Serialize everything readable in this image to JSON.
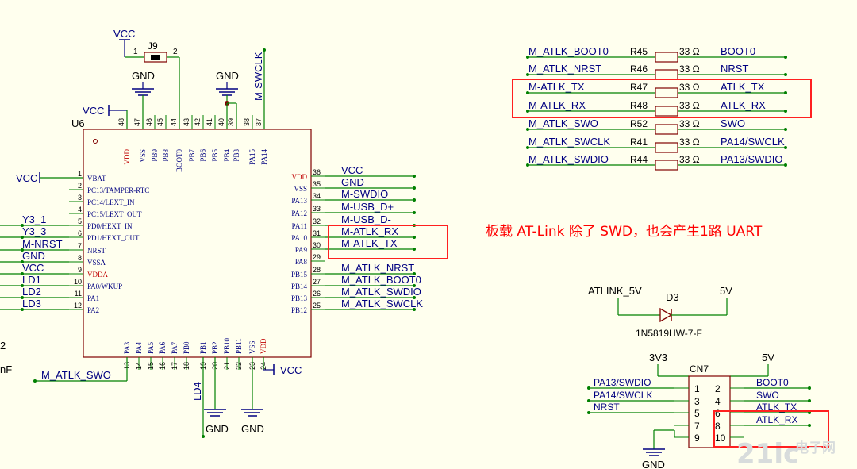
{
  "u6": {
    "ref": "U6",
    "top_pins": [
      {
        "num": "48",
        "name": "VDD",
        "red": true
      },
      {
        "num": "47",
        "name": "VSS"
      },
      {
        "num": "46",
        "name": "PB9"
      },
      {
        "num": "45",
        "name": "PB8"
      },
      {
        "num": "44",
        "name": "BOOT0"
      },
      {
        "num": "43",
        "name": "PB7"
      },
      {
        "num": "42",
        "name": "PB6"
      },
      {
        "num": "41",
        "name": "PB5"
      },
      {
        "num": "40",
        "name": "PB4"
      },
      {
        "num": "39",
        "name": "PB3"
      },
      {
        "num": "38",
        "name": "PA15"
      },
      {
        "num": "37",
        "name": "PA14"
      }
    ],
    "left_pins": [
      {
        "num": "1",
        "name": "VBAT"
      },
      {
        "num": "2",
        "name": "PC13/TAMPER-RTC"
      },
      {
        "num": "3",
        "name": "PC14/LEXT_IN"
      },
      {
        "num": "4",
        "name": "PC15/LEXT_OUT"
      },
      {
        "num": "5",
        "name": "PD0/HEXT_IN"
      },
      {
        "num": "6",
        "name": "PD1/HEXT_OUT"
      },
      {
        "num": "7",
        "name": "NRST"
      },
      {
        "num": "8",
        "name": "VSSA"
      },
      {
        "num": "9",
        "name": "VDDA",
        "red": true
      },
      {
        "num": "10",
        "name": "PA0/WKUP"
      },
      {
        "num": "11",
        "name": "PA1"
      },
      {
        "num": "12",
        "name": "PA2"
      }
    ],
    "right_pins": [
      {
        "num": "36",
        "name": "VDD",
        "red": true
      },
      {
        "num": "35",
        "name": "VSS"
      },
      {
        "num": "34",
        "name": "PA13"
      },
      {
        "num": "33",
        "name": "PA12"
      },
      {
        "num": "32",
        "name": "PA11"
      },
      {
        "num": "31",
        "name": "PA10"
      },
      {
        "num": "30",
        "name": "PA9"
      },
      {
        "num": "29",
        "name": "PA8"
      },
      {
        "num": "28",
        "name": "PB15"
      },
      {
        "num": "27",
        "name": "PB14"
      },
      {
        "num": "26",
        "name": "PB13"
      },
      {
        "num": "25",
        "name": "PB12"
      }
    ],
    "bottom_pins": [
      {
        "num": "13",
        "name": "PA3"
      },
      {
        "num": "14",
        "name": "PA4"
      },
      {
        "num": "15",
        "name": "PA5"
      },
      {
        "num": "16",
        "name": "PA6"
      },
      {
        "num": "17",
        "name": "PA7"
      },
      {
        "num": "18",
        "name": "PB0"
      },
      {
        "num": "19",
        "name": "PB1"
      },
      {
        "num": "20",
        "name": "PB2"
      },
      {
        "num": "21",
        "name": "PB10"
      },
      {
        "num": "22",
        "name": "PB11"
      },
      {
        "num": "23",
        "name": "VSS"
      },
      {
        "num": "24",
        "name": "VDD",
        "red": true
      }
    ],
    "left_nets": [
      "",
      "",
      "",
      "",
      "Y3_1",
      "Y3_3",
      "M-NRST",
      "GND",
      "VCC",
      "LD1",
      "LD2",
      "LD3"
    ],
    "right_nets": [
      "VCC",
      "GND",
      "M-SWDIO",
      "M-USB_D+",
      "M-USB_D-",
      "M-ATLK_RX",
      "M-ATLK_TX",
      "",
      "M_ATLK_NRST",
      "M_ATLK_BOOT0",
      "M_ATLK_SWDIO",
      "M_ATLK_SWCLK"
    ],
    "vbat_net": "VCC",
    "vdd_top_net": "VCC",
    "vdd_bottom_net": "VCC",
    "swclk_net": "M-SWCLK",
    "swo_net": "M_ATLK_SWO",
    "ld4_net": "LD4",
    "gnd_top_a": "GND",
    "gnd_top_b": "GND",
    "gnd_bottom_a": "GND",
    "gnd_bottom_b": "GND"
  },
  "j9": {
    "ref": "J9",
    "pin1": "1",
    "pin2": "2",
    "vcc": "VCC"
  },
  "edge": {
    "left_a": "2",
    "left_b": "nF"
  },
  "resistors": [
    {
      "left": "M_ATLK_BOOT0",
      "ref": "R45",
      "value": "33 Ω",
      "right": "BOOT0"
    },
    {
      "left": "M_ATLK_NRST",
      "ref": "R46",
      "value": "33 Ω",
      "right": "NRST"
    },
    {
      "left": "M-ATLK_TX",
      "ref": "R47",
      "value": "33 Ω",
      "right": "ATLK_TX"
    },
    {
      "left": "M-ATLK_RX",
      "ref": "R48",
      "value": "33 Ω",
      "right": "ATLK_RX"
    },
    {
      "left": "M_ATLK_SWO",
      "ref": "R52",
      "value": "33 Ω",
      "right": "SWO"
    },
    {
      "left": "M_ATLK_SWCLK",
      "ref": "R41",
      "value": "33 Ω",
      "right": "PA14/SWCLK"
    },
    {
      "left": "M_ATLK_SWDIO",
      "ref": "R44",
      "value": "33 Ω",
      "right": "PA13/SWDIO"
    }
  ],
  "note": "板载 AT-Link 除了 SWD，也会产生1路 UART",
  "diode": {
    "in_net": "ATLINK_5V",
    "ref": "D3",
    "out_net": "5V",
    "part": "1N5819HW-7-F"
  },
  "cn7": {
    "ref": "CN7",
    "top_left_net": "3V3",
    "top_right_net": "5V",
    "gnd": "GND",
    "left_pins": [
      "1",
      "3",
      "5",
      "7",
      "9"
    ],
    "right_pins": [
      "2",
      "4",
      "6",
      "8",
      "10"
    ],
    "left_nets": [
      "PA13/SWDIO",
      "PA14/SWCLK",
      "NRST",
      "",
      ""
    ],
    "right_nets": [
      "BOOT0",
      "SWO",
      "ATLK_TX",
      "ATLK_RX",
      ""
    ]
  },
  "watermark": {
    "text": "21ic",
    "sub": "电子网"
  },
  "colors": {
    "background": "#ffffee",
    "wire": "#008000",
    "junction": "#008000",
    "label": "#000080",
    "power_pin": "#c00000",
    "highlight": "#ff0000",
    "outline": "#800000"
  }
}
